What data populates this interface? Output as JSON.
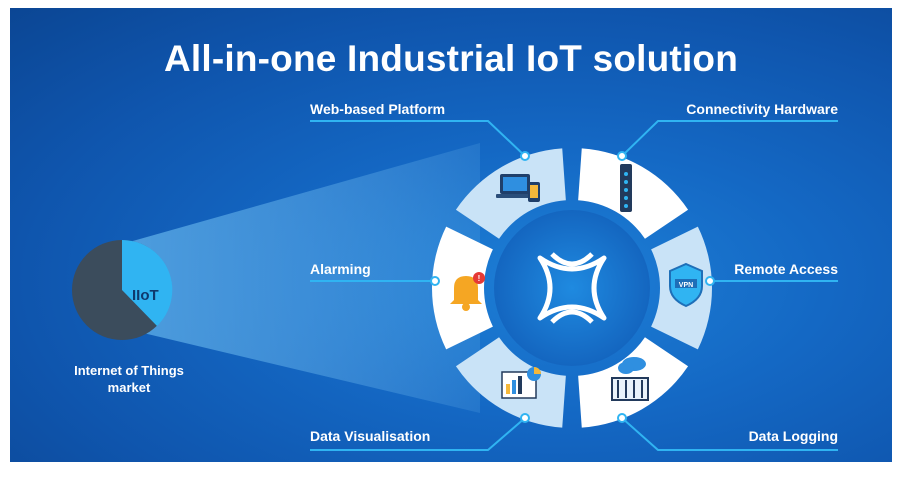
{
  "title": "All-in-one Industrial IoT solution",
  "segments": [
    {
      "label": "Web-based Platform",
      "icon": "laptop-phone-icon"
    },
    {
      "label": "Connectivity Hardware",
      "icon": "router-device-icon"
    },
    {
      "label": "Remote Access",
      "icon": "vpn-shield-icon"
    },
    {
      "label": "Data Logging",
      "icon": "cloud-server-icon"
    },
    {
      "label": "Data Visualisation",
      "icon": "dashboard-chart-icon"
    },
    {
      "label": "Alarming",
      "icon": "bell-alert-icon"
    }
  ],
  "market": {
    "slice_label": "IIoT",
    "caption": "Internet of Things market"
  },
  "colors": {
    "background": "#1468c4",
    "segment": "#c9e3f7",
    "accent": "#30b4f2",
    "pie_dark": "#3b4c5c"
  }
}
